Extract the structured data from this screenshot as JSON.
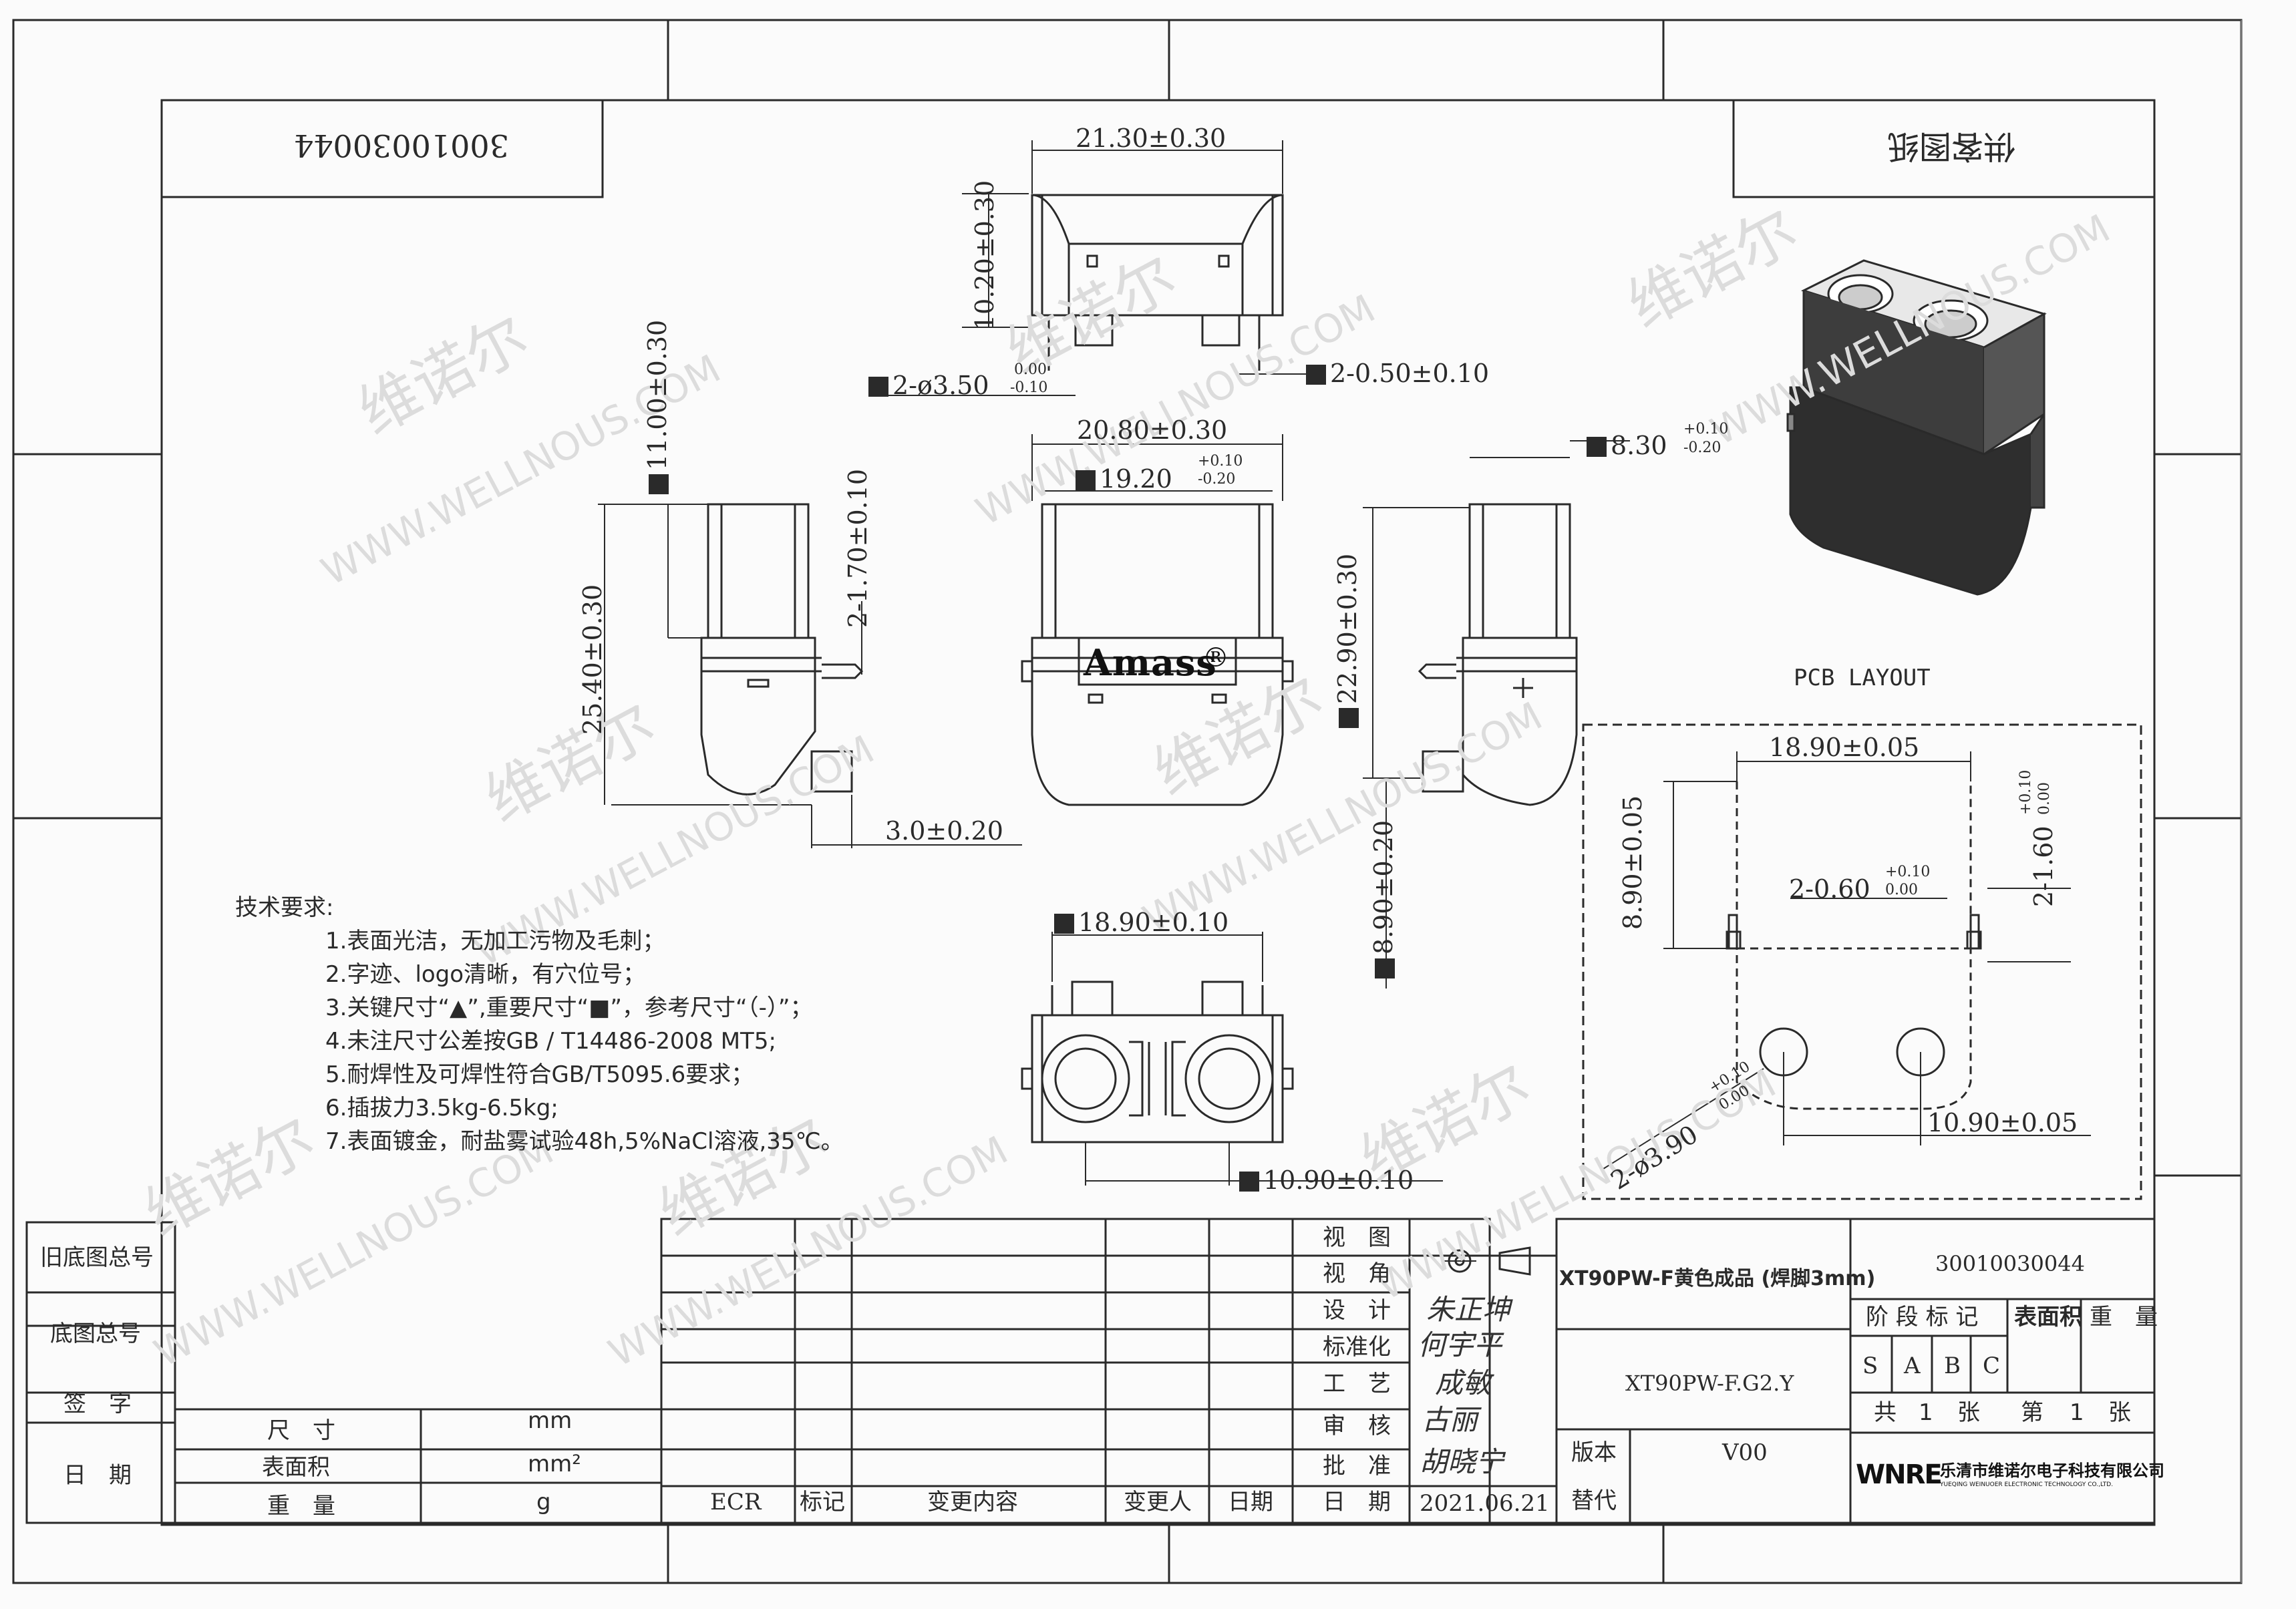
{
  "header": {
    "drawing_no_rotated": "30010030044",
    "drawing_type_rotated": "供客图纸"
  },
  "watermarks": {
    "cn": "维诺尔",
    "en": "WWW.WELLNOUS.COM"
  },
  "dimensions": {
    "top_width": "21.30±0.30",
    "top_height": "10.20±0.30",
    "top_hole": "2-ø3.50",
    "top_hole_tol_upper": "0.00",
    "top_hole_tol_lower": "-0.10",
    "top_pin": "2-0.50±0.10",
    "side_height_top": "11.00±0.30",
    "side_total": "25.40±0.30",
    "side_pin": "2-1.70±0.10",
    "side_offset": "3.0±0.20",
    "front_width": "20.80±0.30",
    "front_inner": "19.20",
    "front_inner_tol_upper": "+0.10",
    "front_inner_tol_lower": "-0.20",
    "right_width": "8.30",
    "right_width_tol_upper": "+0.10",
    "right_width_tol_lower": "-0.20",
    "right_height": "22.90±0.30",
    "right_offset": "8.90±0.20",
    "bottom_width": "18.90±0.10",
    "bottom_pitch": "10.90±0.10"
  },
  "pcb": {
    "title": "PCB LAYOUT",
    "width": "18.90±0.05",
    "height": "8.90±0.05",
    "slot": "2-0.60",
    "slot_tol_upper": "+0.10",
    "slot_tol_lower": "0.00",
    "slot_len": "2-1.60",
    "slot_len_tol_upper": "+0.10",
    "slot_len_tol_lower": "0.00",
    "hole": "2-ø3.90",
    "hole_tol_upper": "+0.10",
    "hole_tol_lower": "0.00",
    "pitch": "10.90±0.05"
  },
  "brand": {
    "logo_text": "Amass",
    "registered": "®"
  },
  "requirements": {
    "title": "技术要求:",
    "items": [
      "1.表面光洁，无加工污物及毛刺；",
      "2.字迹、logo清晰，有穴位号；",
      "3.关键尺寸“▲”,重要尺寸“■”，参考尺寸“（-）”；",
      "4.未注尺寸公差按GB / T14486-2008 MT5;",
      "5.耐焊性及可焊性符合GB/T5095.6要求；",
      "6.插拔力3.5kg-6.5kg;",
      "7.表面镀金，耐盐雾试验48h,5%NaCl溶液,35℃。"
    ]
  },
  "left_strip": {
    "old_base": "旧底图总号",
    "base": "底图总号",
    "sign": "签　字",
    "date": "日　期"
  },
  "units_table": {
    "size_label": "尺　寸",
    "size_unit": "mm",
    "area_label": "表面积",
    "area_unit": "mm²",
    "weight_label": "重　量",
    "weight_unit": "g"
  },
  "change_table": {
    "ecr": "ECR",
    "mark": "标记",
    "content": "变更内容",
    "changer": "变更人",
    "date": "日期"
  },
  "approval": {
    "view": "视　图",
    "angle": "视　角",
    "design": "设　计",
    "standard": "标准化",
    "process": "工　艺",
    "review": "审　核",
    "approve": "批　准",
    "date_label": "日　期",
    "date_value": "2021.06.21",
    "sig_design": "朱正坤",
    "sig_standard": "何宇平",
    "sig_process": "成敏",
    "sig_review": "古丽",
    "sig_approve": "胡晓宁"
  },
  "title_block": {
    "product_name": "XT90PW-F黄色成品 (焊脚3mm)",
    "part_no": "XT90PW-F.G2.Y",
    "drawing_no": "30010030044",
    "stage_label": "阶 段 标 记",
    "area_label": "表面积",
    "weight_label": "重　量",
    "stages": [
      "S",
      "A",
      "B",
      "C"
    ],
    "total_label": "共",
    "total_value": "1",
    "sheet_unit": "张",
    "page_label": "第",
    "page_value": "1",
    "version_label": "版本",
    "version_value": "V00",
    "replace_label": "替代",
    "company_logo": "WNRE",
    "company_name": "乐清市维诺尔电子科技有限公司",
    "company_en": "YUEQING WEINUOER ELECTRONIC TECHNOLOGY CO.,LTD."
  }
}
